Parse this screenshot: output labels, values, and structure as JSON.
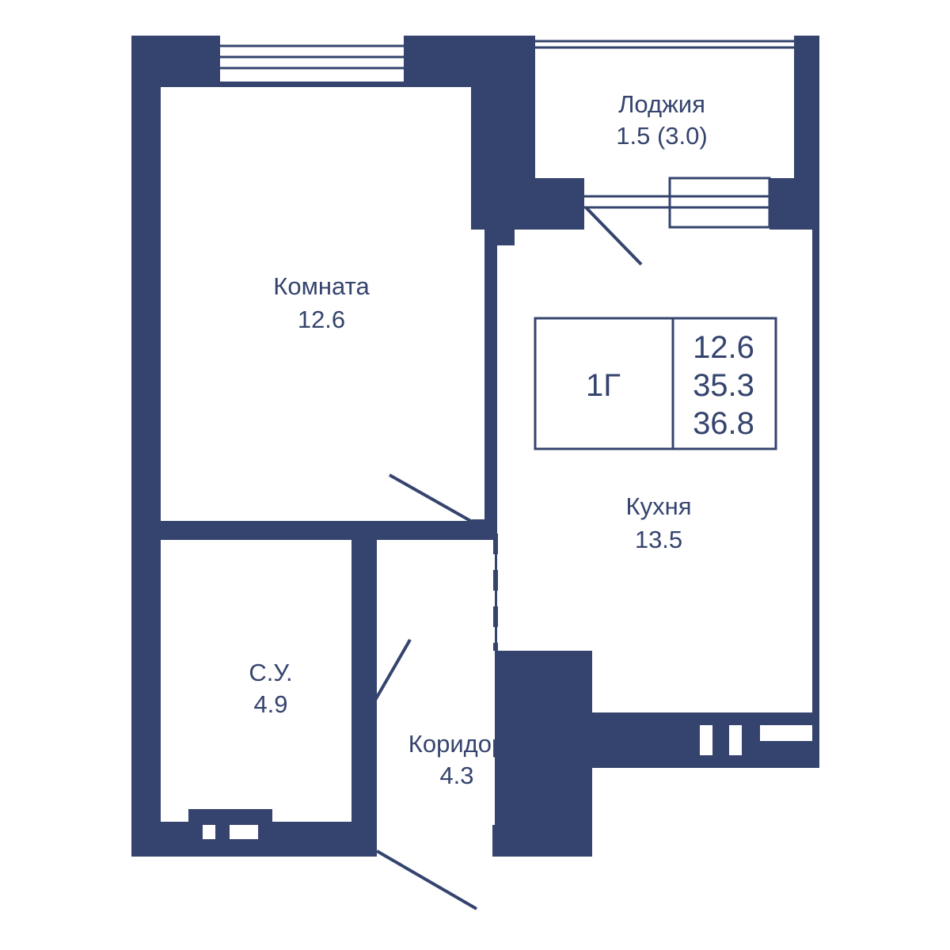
{
  "colors": {
    "wall": "#35446e",
    "background": "#ffffff"
  },
  "rooms": {
    "loggia": {
      "name": "Лоджия",
      "area": "1.5 (3.0)"
    },
    "room": {
      "name": "Комната",
      "area": "12.6"
    },
    "kitchen": {
      "name": "Кухня",
      "area": "13.5"
    },
    "bathroom": {
      "name": "С.У.",
      "area": "4.9"
    },
    "corridor": {
      "name": "Коридор",
      "area": "4.3"
    }
  },
  "info_box": {
    "unit": "1Г",
    "living_area": "12.6",
    "total_area": "35.3",
    "total_area_with_loggia": "36.8"
  }
}
